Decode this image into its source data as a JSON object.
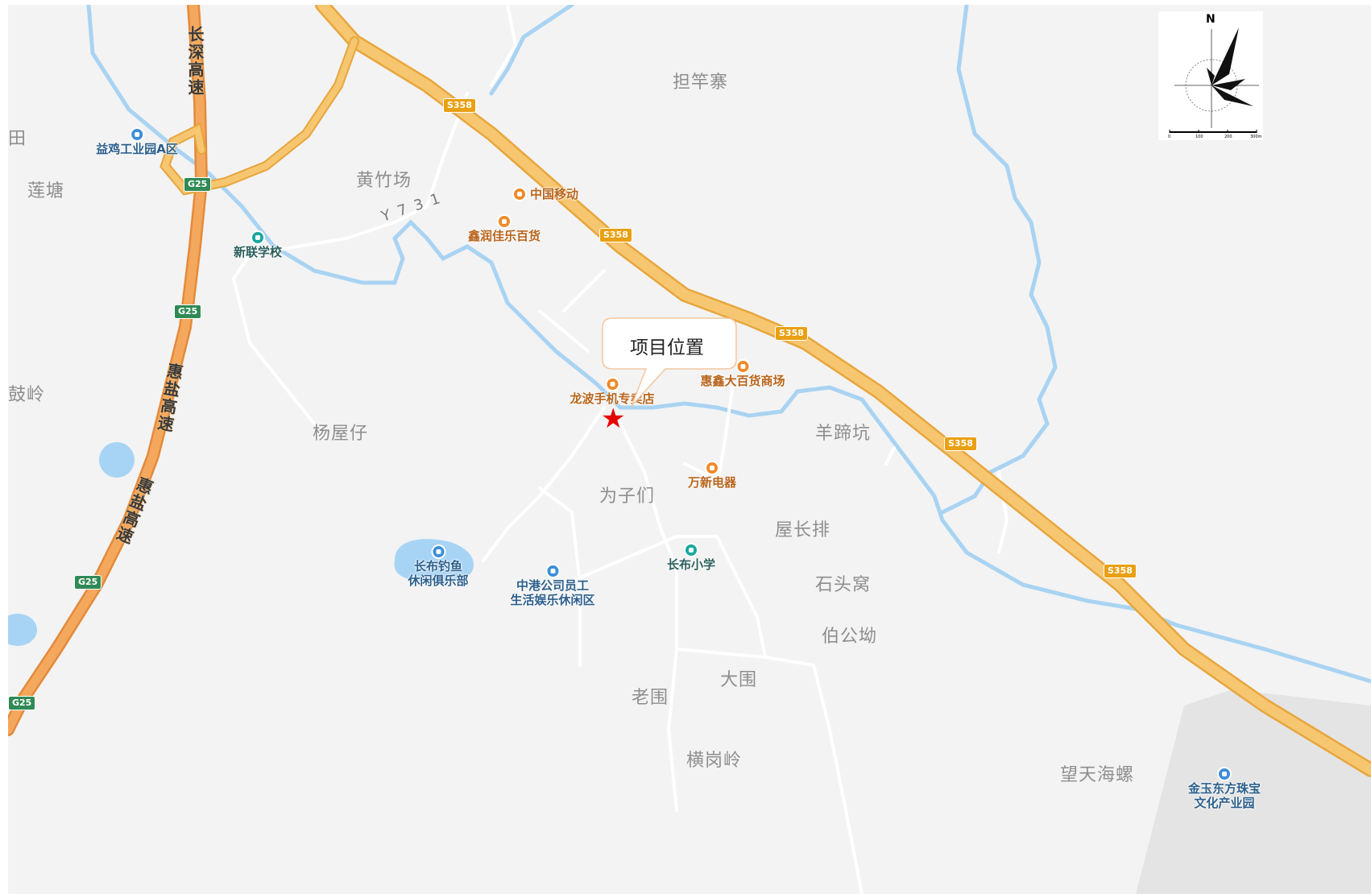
{
  "map": {
    "place_labels": [
      {
        "id": "danganzhai",
        "text": "担竿寨"
      },
      {
        "id": "huangzhuchang",
        "text": "黄竹场"
      },
      {
        "id": "liantang",
        "text": "莲塘"
      },
      {
        "id": "tian",
        "text": "田"
      },
      {
        "id": "guling",
        "text": "鼓岭"
      },
      {
        "id": "yangwuzai",
        "text": "杨屋仔"
      },
      {
        "id": "weizimen",
        "text": "为子们"
      },
      {
        "id": "yangtikeng",
        "text": "羊蹄坑"
      },
      {
        "id": "wuchangpai",
        "text": "屋长排"
      },
      {
        "id": "shitouwo",
        "text": "石头窝"
      },
      {
        "id": "bogongao",
        "text": "伯公坳"
      },
      {
        "id": "dawei",
        "text": "大围"
      },
      {
        "id": "laowei",
        "text": "老围"
      },
      {
        "id": "henggangling",
        "text": "横岗岭"
      },
      {
        "id": "wangtianhailuo",
        "text": "望天海螺"
      }
    ],
    "pois": [
      {
        "id": "yiji-industrial",
        "text": "益鸡工业园A区",
        "color": "blue",
        "icon": "location-pin-icon"
      },
      {
        "id": "china-mobile",
        "text": "中国移动",
        "color": "orange",
        "icon": "shop-icon"
      },
      {
        "id": "xinrun-store",
        "text": "鑫润佳乐百货",
        "color": "orange",
        "icon": "shop-icon"
      },
      {
        "id": "xinlian-school",
        "text": "新联学校",
        "color": "teal",
        "icon": "school-icon"
      },
      {
        "id": "longbo-phone",
        "text": "龙波手机专卖店",
        "color": "orange",
        "icon": "shop-icon"
      },
      {
        "id": "huixin-mall",
        "text": "惠鑫大百货商场",
        "color": "orange",
        "icon": "shop-icon"
      },
      {
        "id": "wanxin-electric",
        "text": "万新电器",
        "color": "orange",
        "icon": "shop-icon"
      },
      {
        "id": "changbu-fishing",
        "text": "长布钓鱼\n休闲俱乐部",
        "color": "blue",
        "icon": "leisure-icon"
      },
      {
        "id": "zhonggang-leisure",
        "text": "中港公司员工\n生活娱乐休闲区",
        "color": "blue",
        "icon": "leisure-icon"
      },
      {
        "id": "changbu-school",
        "text": "长布小学",
        "color": "teal",
        "icon": "school-icon"
      },
      {
        "id": "jinyu-park",
        "text": "金玉东方珠宝\n文化产业园",
        "color": "blue",
        "icon": "location-pin-icon"
      }
    ],
    "road_shields": {
      "s358": "S358",
      "g25": "G25"
    },
    "highway_names": {
      "changshen": "长深高速",
      "huiyan_1": "惠盐高速",
      "huiyan_2": "惠盐高速"
    },
    "county_road": "Y731",
    "project": {
      "label": "项目位置",
      "marker": "star-marker-icon",
      "marker_color": "#e60000"
    },
    "compass": {
      "north_label": "N",
      "scale_ticks": [
        "0",
        "100",
        "200",
        "300m"
      ]
    },
    "colors": {
      "background": "#f3f3f3",
      "highway": "#f6c16a",
      "expressway": "#f0a04e",
      "river": "#a9d3f2",
      "water": "#a7d4f5",
      "minor_road": "#ffffff"
    }
  }
}
